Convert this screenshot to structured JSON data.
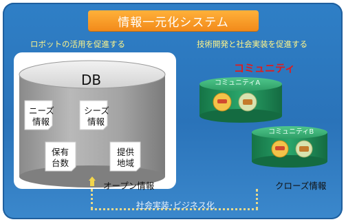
{
  "title": "情報一元化システム",
  "left_section": {
    "heading": "ロボットの活用を促進する",
    "db_label": "DB",
    "cards": [
      {
        "line1": "ニーズ",
        "line2": "情報"
      },
      {
        "line1": "シーズ",
        "line2": "情報"
      },
      {
        "line1": "保有",
        "line2": "台数"
      },
      {
        "line1": "提供",
        "line2": "地域"
      }
    ],
    "footer": "オープン情報"
  },
  "right_section": {
    "heading": "技術開発と社会実装を促進する",
    "community_title": "コミュニティ",
    "community_a": "コミュニティA",
    "community_b": "コミュニティB",
    "footer": "クローズ情報"
  },
  "bottom_label": "社会実装･ビジネス化",
  "colors": {
    "frame_blue": "#2f7fc6",
    "title_orange": "#f28a1a",
    "subhead_yellow": "#fff58a",
    "community_red": "#e11b1b",
    "community_green": "#1f8a57"
  }
}
